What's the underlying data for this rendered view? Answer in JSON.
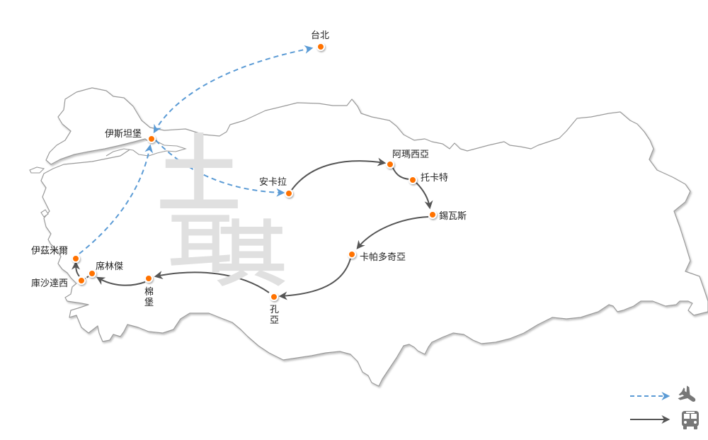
{
  "map": {
    "country_title": [
      "土",
      "耳",
      "其"
    ],
    "colors": {
      "city_dot": "#ff7200",
      "flight_route": "#5b9bd5",
      "ground_route": "#555555",
      "outline": "#9a9a9a",
      "title_text": "#e0e0e0"
    },
    "cities": {
      "taipei": "台北",
      "istanbul": "伊斯坦堡",
      "ankara": "安卡拉",
      "amasya": "阿瑪西亞",
      "tokat": "托卡特",
      "sivas": "錫瓦斯",
      "cappadocia": "卡帕多奇亞",
      "konya": [
        "孔",
        "亞"
      ],
      "pamukkale": [
        "棉",
        "堡"
      ],
      "sirince": "席林傑",
      "kusadasi": "庫沙達西",
      "izmir": "伊茲米爾"
    },
    "routes": [
      {
        "from": "台北",
        "to": "伊斯坦堡",
        "mode": "flight"
      },
      {
        "from": "伊斯坦堡",
        "to": "安卡拉",
        "mode": "flight"
      },
      {
        "from": "安卡拉",
        "to": "阿瑪西亞",
        "mode": "bus"
      },
      {
        "from": "阿瑪西亞",
        "to": "托卡特",
        "mode": "bus"
      },
      {
        "from": "托卡特",
        "to": "錫瓦斯",
        "mode": "bus"
      },
      {
        "from": "錫瓦斯",
        "to": "卡帕多奇亞",
        "mode": "bus"
      },
      {
        "from": "卡帕多奇亞",
        "to": "孔亞",
        "mode": "bus"
      },
      {
        "from": "孔亞",
        "to": "棉堡",
        "mode": "bus"
      },
      {
        "from": "棉堡",
        "to": "席林傑",
        "mode": "bus"
      },
      {
        "from": "席林傑",
        "to": "庫沙達西",
        "mode": "bus"
      },
      {
        "from": "庫沙達西",
        "to": "伊茲米爾",
        "mode": "bus"
      },
      {
        "from": "伊茲米爾",
        "to": "伊斯坦堡",
        "mode": "flight"
      }
    ]
  },
  "legend": [
    {
      "line": "dashed-blue-arrow",
      "icon": "airplane-icon",
      "meaning": "flight"
    },
    {
      "line": "solid-gray-arrow",
      "icon": "bus-icon",
      "meaning": "bus"
    }
  ]
}
